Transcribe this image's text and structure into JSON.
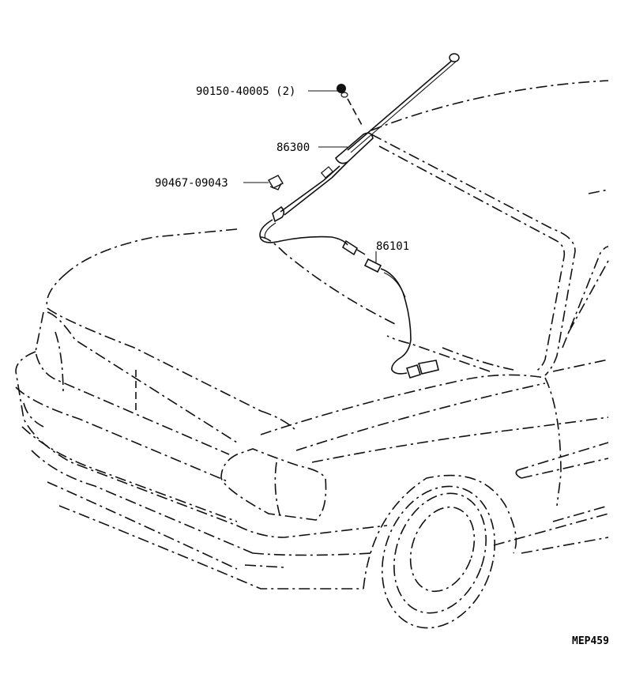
{
  "parts": {
    "screw": "90150-40005 (2)",
    "antenna": "86300",
    "clip": "90467-09043",
    "cord": "86101"
  },
  "diagram_code": "MEP459"
}
